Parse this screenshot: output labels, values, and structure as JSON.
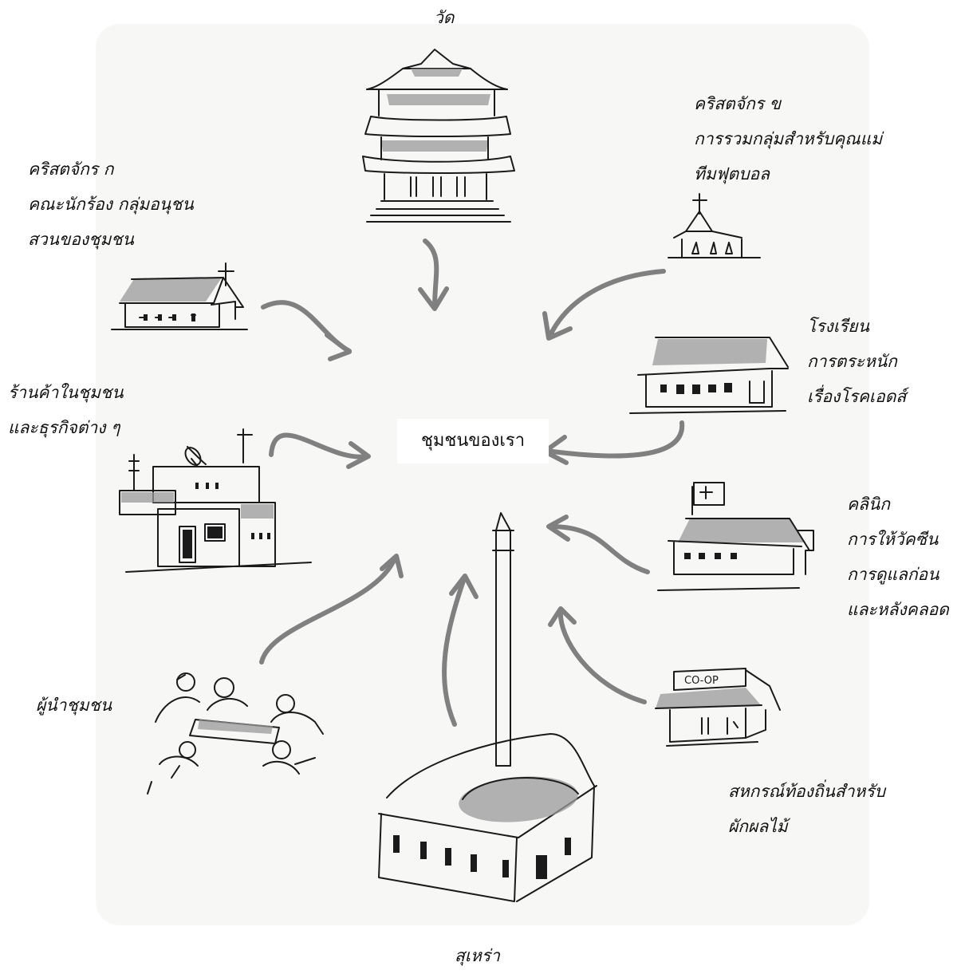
{
  "center": "ชุมชนของเรา",
  "labels": {
    "temple": [
      "วัด"
    ],
    "church_b": [
      "คริสตจักร ข",
      "การรวมกลุ่มสำหรับคุณแม่",
      "ทีมฟุตบอล"
    ],
    "church_a": [
      "คริสตจักร ก",
      "คณะนักร้อง  กลุ่มอนุชน",
      "สวนของชุมชน"
    ],
    "school": [
      "โรงเรียน",
      "การตระหนัก",
      "เรื่องโรคเอดส์"
    ],
    "shops": [
      "ร้านค้าในชุมชน",
      "และธุรกิจต่าง ๆ"
    ],
    "clinic": [
      "คลินิก",
      "การให้วัคซีน",
      "การดูแลก่อน",
      "และหลังคลอด"
    ],
    "leaders": [
      "ผู้นำชุมชน"
    ],
    "coop": [
      "สหกรณ์ท้องถิ่นสำหรับ",
      "ผักผลไม้"
    ],
    "mosque": [
      "สุเหร่า"
    ]
  },
  "sign_coop": "CO-OP"
}
